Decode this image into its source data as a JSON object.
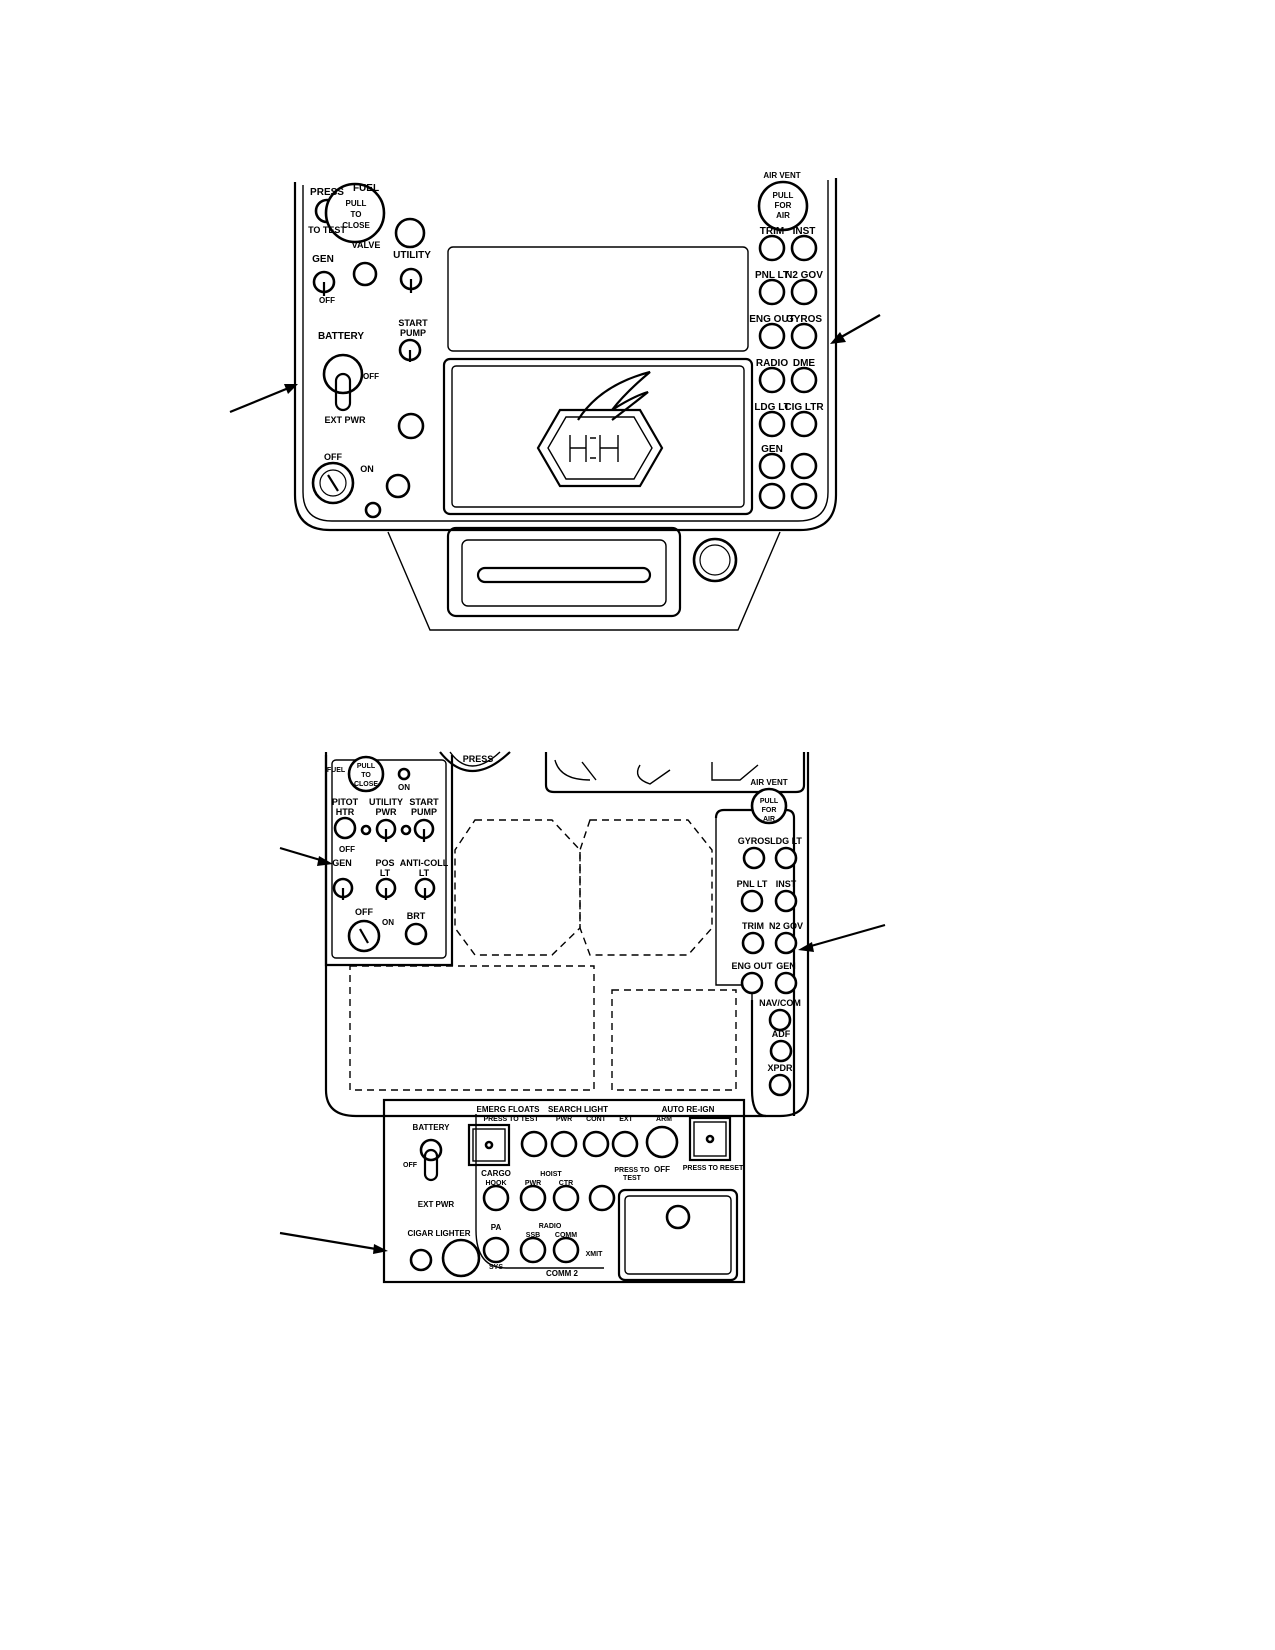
{
  "top_panel": {
    "labels": {
      "press": "PRESS",
      "to_test": "TO TEST",
      "fuel": "FUEL",
      "pull": "PULL",
      "to": "TO",
      "close": "CLOSE",
      "valve": "VALVE",
      "gen": "GEN",
      "off": "OFF",
      "utility": "UTILITY",
      "start": "START",
      "pump": "PUMP",
      "battery": "BATTERY",
      "battery_off": "OFF",
      "ext_pwr": "EXT PWR",
      "key_off": "OFF",
      "key_on": "ON",
      "air_vent": "AIR VENT",
      "vent_pull": "PULL",
      "vent_for": "FOR",
      "vent_air": "AIR"
    },
    "circuit_breakers": [
      "TRIM",
      "INST",
      "PNL LT",
      "N2 GOV",
      "ENG OUT",
      "GYROS",
      "RADIO",
      "DME",
      "LDG LT",
      "CIG LTR",
      "GEN"
    ]
  },
  "bottom_panel": {
    "labels": {
      "fuel": "FUEL",
      "pull": "PULL",
      "to": "TO",
      "close": "CLOSE",
      "on": "ON",
      "press": "PRESS",
      "pitot": "PITOT",
      "htr": "HTR",
      "pitot_off": "OFF",
      "utility": "UTILITY",
      "pwr": "PWR",
      "start": "START",
      "pump": "PUMP",
      "gen": "GEN",
      "pos": "POS",
      "pos_lt": "LT",
      "anti_coll": "ANTI-COLL",
      "anti_coll_lt": "LT",
      "key_off": "OFF",
      "key_on": "ON",
      "brt": "BRT",
      "air_vent": "AIR VENT",
      "vent_pull": "PULL",
      "vent_for": "FOR",
      "vent_air": "AIR"
    },
    "circuit_breakers": [
      "GYROS",
      "LDG LT",
      "PNL LT",
      "INST",
      "TRIM",
      "N2 GOV",
      "ENG OUT",
      "GEN",
      "NAV/COM",
      "ADF",
      "XPDR"
    ],
    "console": {
      "battery": "BATTERY",
      "battery_off": "OFF",
      "ext_pwr": "EXT PWR",
      "emerg_floats": "EMERG FLOATS",
      "press_to_test_top": "PRESS TO TEST",
      "search_light": "SEARCH LIGHT",
      "sl_pwr": "PWR",
      "sl_cont": "CONT",
      "sl_ext": "EXT",
      "press_to": "PRESS TO",
      "test": "TEST",
      "auto_re_ign": "AUTO RE-IGN",
      "arm": "ARM",
      "arm_off": "OFF",
      "press_to_reset": "PRESS TO RESET",
      "cargo": "CARGO",
      "hook": "HOOK",
      "hoist": "HOIST",
      "hoist_pwr": "PWR",
      "hoist_ctr": "CTR",
      "radio": "RADIO",
      "pa": "PA",
      "sys": "SYS",
      "ssb": "SSB",
      "comm": "COMM",
      "xmit": "XMIT",
      "comm2": "COMM 2",
      "cigar_lighter": "CIGAR LIGHTER"
    }
  }
}
